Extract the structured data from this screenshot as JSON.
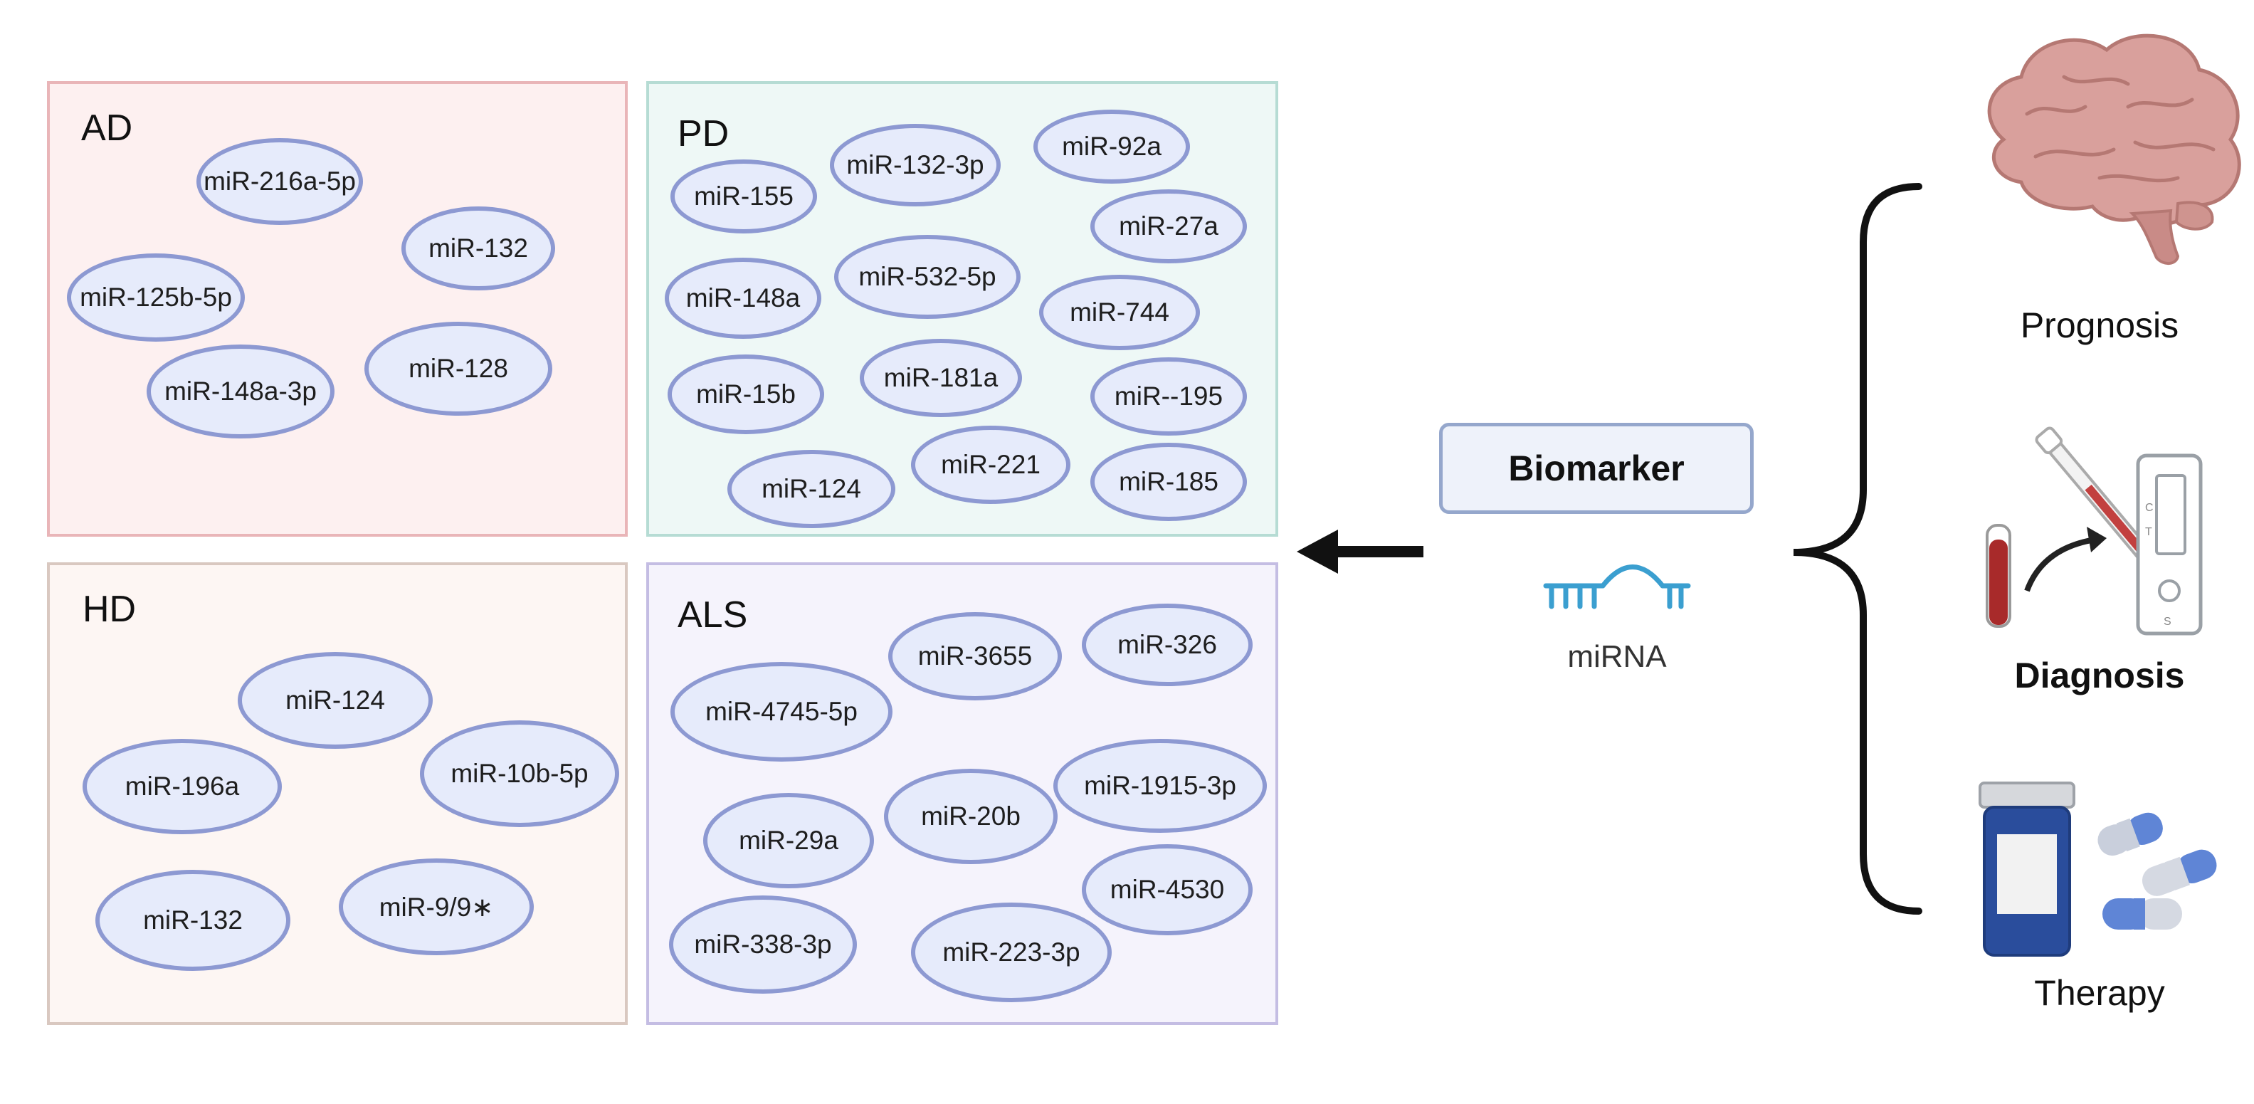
{
  "groups": [
    {
      "title": "AD",
      "border": "#e9b5b8",
      "fill": "#fdf0f0",
      "mirnas": [
        "miR-216a-5p",
        "miR-132",
        "miR-125b-5p",
        "miR-148a-3p",
        "miR-128"
      ]
    },
    {
      "title": "PD",
      "border": "#b6dcd4",
      "fill": "#eef8f6",
      "mirnas": [
        "miR-155",
        "miR-132-3p",
        "miR-92a",
        "miR-27a",
        "miR-148a",
        "miR-532-5p",
        "miR-744",
        "miR-15b",
        "miR-181a",
        "miR--195",
        "miR-124",
        "miR-221",
        "miR-185"
      ]
    },
    {
      "title": "HD",
      "border": "#d9c8c0",
      "fill": "#fdf6f3",
      "mirnas": [
        "miR-124",
        "miR-196a",
        "miR-10b-5p",
        "miR-132",
        "miR-9/9∗"
      ]
    },
    {
      "title": "ALS",
      "border": "#c4bde3",
      "fill": "#f5f3fc",
      "mirnas": [
        "miR-3655",
        "miR-326",
        "miR-4745-5p",
        "miR-1915-3p",
        "miR-29a",
        "miR-20b",
        "miR-4530",
        "miR-338-3p",
        "miR-223-3p"
      ]
    }
  ],
  "center": {
    "biomarker_label": "Biomarker",
    "mirna_label": "miRNA",
    "mirna_icon": "rna-strand-icon",
    "accent": "#3b9fd0"
  },
  "applications": [
    {
      "label": "Prognosis",
      "icon": "brain-icon"
    },
    {
      "label": "Diagnosis",
      "icon": "blood-test-icon"
    },
    {
      "label": "Therapy",
      "icon": "medicine-icon"
    }
  ]
}
